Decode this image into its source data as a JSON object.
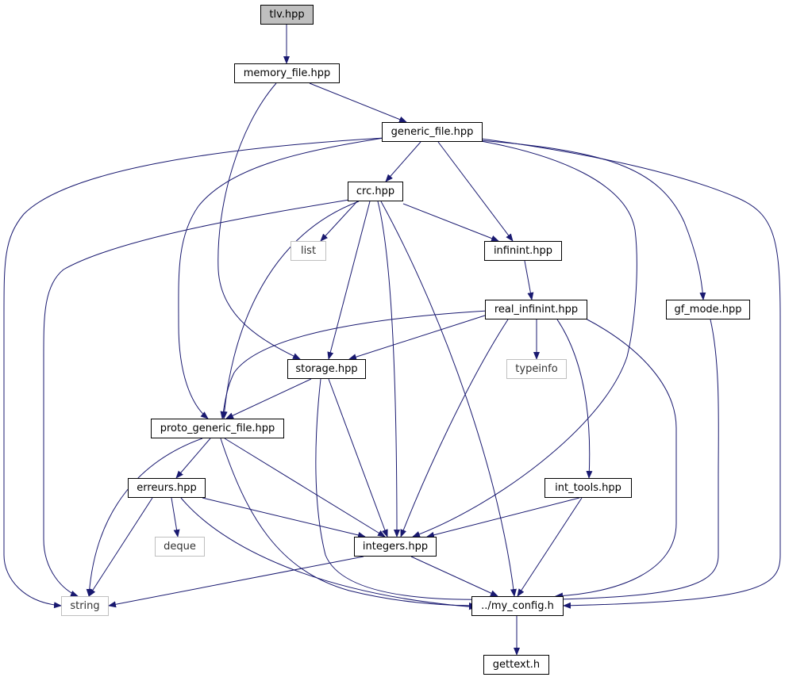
{
  "colors": {
    "edge": "#191970",
    "node_border": "#000000",
    "external_border": "#bfbfbf",
    "root_fill": "#bfbfbf",
    "background": "#ffffff"
  },
  "nodes": {
    "tlv": {
      "label": "tlv.hpp"
    },
    "memory_file": {
      "label": "memory_file.hpp"
    },
    "generic_file": {
      "label": "generic_file.hpp"
    },
    "crc": {
      "label": "crc.hpp"
    },
    "list": {
      "label": "list"
    },
    "infinint": {
      "label": "infinint.hpp"
    },
    "real_infinint": {
      "label": "real_infinint.hpp"
    },
    "gf_mode": {
      "label": "gf_mode.hpp"
    },
    "storage": {
      "label": "storage.hpp"
    },
    "typeinfo": {
      "label": "typeinfo"
    },
    "proto_generic_file": {
      "label": "proto_generic_file.hpp"
    },
    "erreurs": {
      "label": "erreurs.hpp"
    },
    "int_tools": {
      "label": "int_tools.hpp"
    },
    "deque": {
      "label": "deque"
    },
    "integers": {
      "label": "integers.hpp"
    },
    "string": {
      "label": "string"
    },
    "my_config": {
      "label": "../my_config.h"
    },
    "gettext": {
      "label": "gettext.h"
    }
  },
  "edges": [
    [
      "tlv",
      "memory_file"
    ],
    [
      "memory_file",
      "generic_file"
    ],
    [
      "memory_file",
      "storage"
    ],
    [
      "generic_file",
      "crc"
    ],
    [
      "generic_file",
      "infinint"
    ],
    [
      "generic_file",
      "gf_mode"
    ],
    [
      "generic_file",
      "string"
    ],
    [
      "generic_file",
      "proto_generic_file"
    ],
    [
      "generic_file",
      "integers"
    ],
    [
      "generic_file",
      "my_config"
    ],
    [
      "crc",
      "list"
    ],
    [
      "crc",
      "infinint"
    ],
    [
      "crc",
      "storage"
    ],
    [
      "crc",
      "proto_generic_file"
    ],
    [
      "crc",
      "integers"
    ],
    [
      "crc",
      "my_config"
    ],
    [
      "crc",
      "string"
    ],
    [
      "infinint",
      "real_infinint"
    ],
    [
      "real_infinint",
      "storage"
    ],
    [
      "real_infinint",
      "proto_generic_file"
    ],
    [
      "real_infinint",
      "typeinfo"
    ],
    [
      "real_infinint",
      "integers"
    ],
    [
      "real_infinint",
      "int_tools"
    ],
    [
      "real_infinint",
      "my_config"
    ],
    [
      "gf_mode",
      "my_config"
    ],
    [
      "storage",
      "proto_generic_file"
    ],
    [
      "storage",
      "integers"
    ],
    [
      "storage",
      "my_config"
    ],
    [
      "proto_generic_file",
      "erreurs"
    ],
    [
      "proto_generic_file",
      "string"
    ],
    [
      "proto_generic_file",
      "integers"
    ],
    [
      "proto_generic_file",
      "my_config"
    ],
    [
      "erreurs",
      "deque"
    ],
    [
      "erreurs",
      "string"
    ],
    [
      "erreurs",
      "integers"
    ],
    [
      "erreurs",
      "my_config"
    ],
    [
      "int_tools",
      "integers"
    ],
    [
      "int_tools",
      "my_config"
    ],
    [
      "integers",
      "string"
    ],
    [
      "integers",
      "my_config"
    ],
    [
      "my_config",
      "gettext"
    ]
  ]
}
